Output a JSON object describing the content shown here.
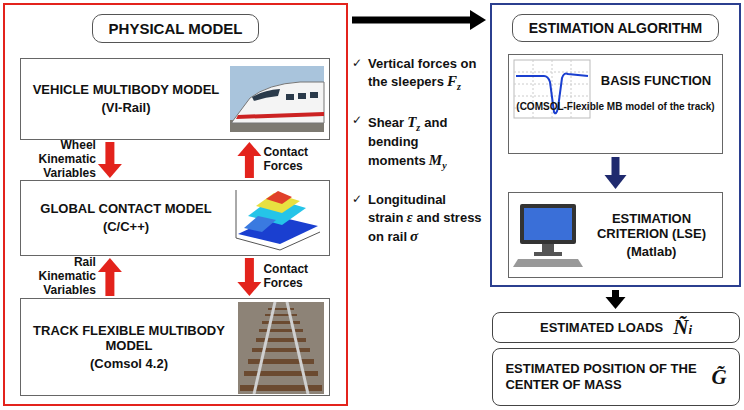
{
  "diagram": {
    "nodes": [
      {
        "text": [
          "PHYSICAL MODEL"
        ]
      },
      {
        "text": [
          "VEHICLE MULTIBODY MODEL",
          "(VI-Rail)"
        ],
        "in": 0
      },
      {
        "text": [
          "GLOBAL CONTACT MODEL",
          "(C/C++)"
        ],
        "in": 0
      },
      {
        "text": [
          "TRACK FLEXIBLE MULTIBODY MODEL",
          "(Comsol 4.2)"
        ],
        "in": 0
      },
      {
        "text": [
          "ESTIMATION ALGORITHM"
        ]
      },
      {
        "text": [
          "BASIS FUNCTION",
          "(COMSOL-Flexible MB model of the track)"
        ],
        "in": 4
      },
      {
        "text": [
          "ESTIMATION CRITERION (LSE)",
          "(Matlab)"
        ],
        "in": 4
      },
      {
        "text": [
          "ESTIMATED LOADS",
          "Ñ",
          "i"
        ]
      },
      {
        "text": [
          "ESTIMATED POSITION OF THE CENTER OF MASS",
          "G̃"
        ]
      }
    ],
    "edges": [
      {
        "from": 1,
        "to": 2,
        "arrow": "to",
        "label": "Wheel Kinematic Variables"
      },
      {
        "from": 2,
        "to": 1,
        "arrow": "to",
        "label": "Contact Forces"
      },
      {
        "from": 3,
        "to": 2,
        "arrow": "to",
        "label": "Rail Kinematic Variables"
      },
      {
        "from": 2,
        "to": 3,
        "arrow": "to",
        "label": "Contact Forces"
      },
      {
        "from": 0,
        "to": 4,
        "arrow": "to"
      },
      {
        "from": 5,
        "to": 6,
        "arrow": "to"
      },
      {
        "from": 4,
        "to": 7,
        "arrow": "to"
      }
    ],
    "labels": [
      "✓",
      "Vertical forces on the sleepers",
      "F",
      "z",
      "✓",
      "Shear",
      "T",
      "z",
      "and bending moments",
      "M",
      "y",
      "✓",
      "Longitudinal strain",
      "ε",
      "and stress on rail",
      "σ"
    ]
  }
}
